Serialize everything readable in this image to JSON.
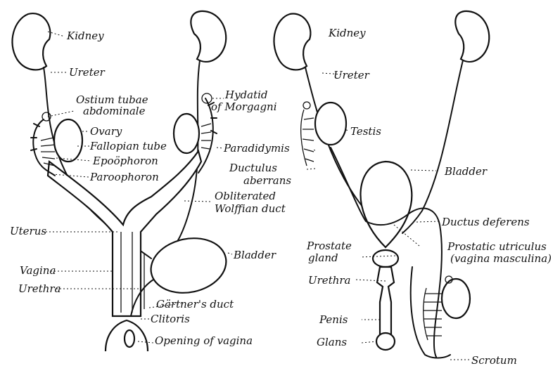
{
  "female": {
    "kidney": "Kidney",
    "ureter": "Ureter",
    "ostium_line1": "Ostium tubae",
    "ostium_line2": "abdominale",
    "ovary": "Ovary",
    "fallopian_tube": "Fallopian tube",
    "epoophoron": "Epoöphoron",
    "paroophoron": "Paroophoron",
    "hydatid_line1": "Hydatid",
    "hydatid_line2": "of Morgagni",
    "obliterated_line1": "Obliterated",
    "obliterated_line2": "Wolffian duct",
    "uterus": "Uterus",
    "bladder": "Bladder",
    "vagina": "Vagina",
    "urethra": "Urethra",
    "gartners_duct": "Gärtner's duct",
    "clitoris": "Clitoris",
    "opening_of_vagina": "Opening of vagina"
  },
  "male": {
    "kidney": "Kidney",
    "ureter": "Ureter",
    "testis": "Testis",
    "paradidymis": "Paradidymis",
    "ductulus_line1": "Ductulus",
    "ductulus_line2": "aberrans",
    "bladder": "Bladder",
    "ductus_deferens": "Ductus deferens",
    "prostate_line1": "Prostate",
    "prostate_line2": "gland",
    "prostatic_line1": "Prostatic utriculus",
    "prostatic_line2": "(vagina masculina)",
    "urethra": "Urethra",
    "penis": "Penis",
    "glans": "Glans",
    "scrotum": "Scrotum"
  }
}
